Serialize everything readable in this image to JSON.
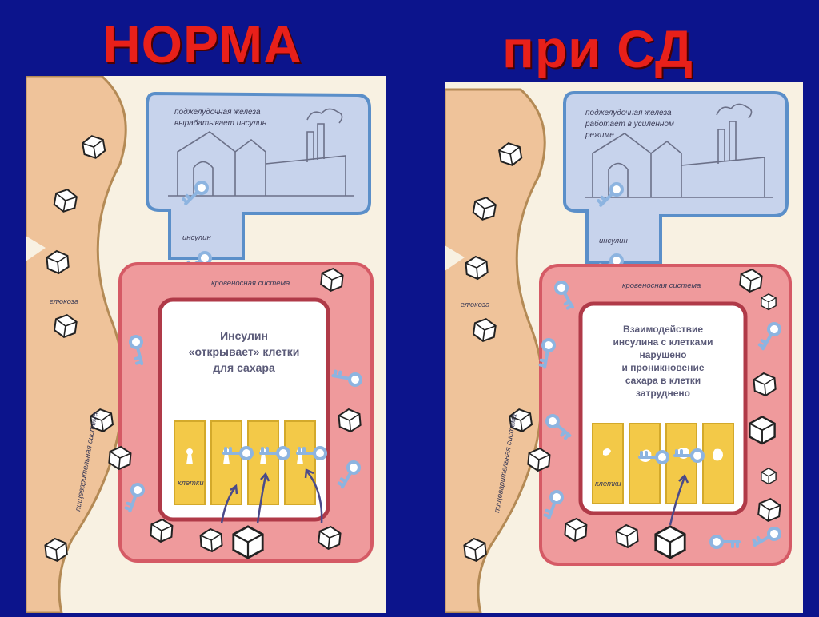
{
  "titles": {
    "left": "НОРМА",
    "right": "при СД"
  },
  "left_panel": {
    "pancreas_line1": "поджелудочная железа",
    "pancreas_line2": "вырабатывает инсулин",
    "insulin": "инсулин",
    "blood": "кровеносная система",
    "glucose": "глюкоза",
    "digestive": "пищеварительная система",
    "cells": "клетки",
    "center": [
      "Инсулин",
      "«открывает» клетки",
      "для сахара"
    ]
  },
  "right_panel": {
    "pancreas_line1": "поджелудочная железа",
    "pancreas_line2": "работает в усиленном",
    "pancreas_line3": "режиме",
    "insulin": "инсулин",
    "blood": "кровеносная система",
    "glucose": "глюкоза",
    "digestive": "пищеварительная система",
    "cells": "клетки",
    "center": [
      "Взаимодействие",
      "инсулина с клетками",
      "нарушено",
      "и проникновение",
      "сахара в клетки",
      "затруднено"
    ]
  },
  "colors": {
    "background": "#0c148c",
    "title": "#e8201a",
    "paper": "#f8f1e2",
    "digestive": "#efc39a",
    "blood": "#ef9a9c",
    "pancreas": "#c7d3ec",
    "cells": "#f3c948",
    "key": "#8db4e0"
  }
}
